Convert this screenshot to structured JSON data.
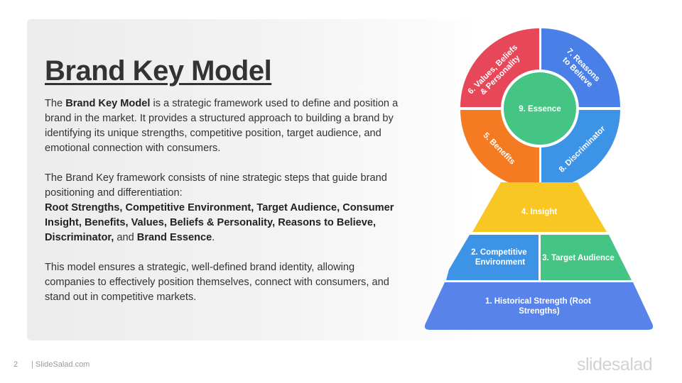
{
  "slide": {
    "title": "Brand Key Model",
    "page_number": "2",
    "site": "| SlideSalad.com",
    "logo_text": "slidesalad"
  },
  "description": {
    "p1": [
      {
        "text": "The ",
        "bold": false
      },
      {
        "text": "Brand Key Model",
        "bold": true
      },
      {
        "text": " is a strategic framework used to define and position a brand in the market. It provides a structured approach to building a brand by identifying its unique strengths, competitive position, target audience, and emotional connection with consumers.",
        "bold": false
      }
    ],
    "p2": [
      {
        "text": "The Brand Key framework consists of nine strategic steps that guide brand positioning and differentiation:",
        "bold": false
      },
      {
        "text": "\n",
        "bold": false
      },
      {
        "text": "Root Strengths, Competitive Environment, Target Audience, Consumer Insight, Benefits, Values, Beliefs & Personality, Reasons to Believe, Discriminator,",
        "bold": true
      },
      {
        "text": " and ",
        "bold": false
      },
      {
        "text": "Brand Essence",
        "bold": true
      },
      {
        "text": ".",
        "bold": false
      }
    ],
    "p3": [
      {
        "text": "This model ensures a strategic, well-defined brand identity, allowing companies to effectively position themselves, connect with consumers, and stand out in competitive markets.",
        "bold": false
      }
    ]
  },
  "diagram": {
    "wheel": {
      "segments": [
        {
          "id": "values",
          "lines": [
            "6. Values, Beliefs",
            "& Personality"
          ],
          "color": "#e8475a"
        },
        {
          "id": "reasons",
          "lines": [
            "7. Reasons",
            "to Believe"
          ],
          "color": "#4a7fe8"
        },
        {
          "id": "discriminator",
          "lines": [
            "8. Discriminator"
          ],
          "color": "#3d93e6"
        },
        {
          "id": "benefits",
          "lines": [
            "5. Benefits"
          ],
          "color": "#f47b22"
        }
      ],
      "center": {
        "label": "9. Essence",
        "color": "#44c583"
      }
    },
    "pyramid": {
      "insight": {
        "lines": [
          "4. Insight"
        ],
        "color": "#f9c723"
      },
      "competitive": {
        "lines": [
          "2. Competitive",
          "Environment"
        ],
        "color": "#3d93e6"
      },
      "target": {
        "lines": [
          "3. Target Audience"
        ],
        "color": "#44c583"
      },
      "historical": {
        "lines": [
          "1. Historical Strength (Root",
          "Strengths)"
        ],
        "color": "#5783ea"
      }
    }
  }
}
